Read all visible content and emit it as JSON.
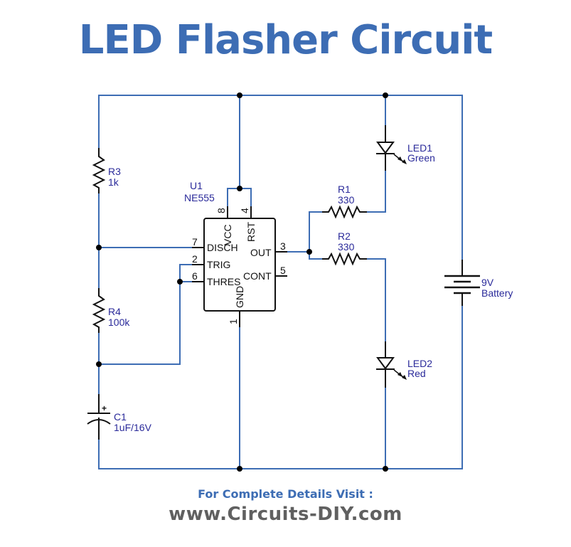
{
  "title": "LED Flasher Circuit",
  "footer": {
    "line1": "For Complete Details Visit :",
    "line2": "www.Circuits-DIY.com"
  },
  "colors": {
    "title": "#3d6db4",
    "wire": "#3d6db4",
    "label": "#2a2a9a",
    "website": "#606060"
  },
  "components": {
    "u1": {
      "ref": "U1",
      "value": "NE555",
      "pins": {
        "vcc": {
          "num": "8",
          "name": "VCC"
        },
        "rst": {
          "num": "4",
          "name": "RST"
        },
        "disch": {
          "num": "7",
          "name": "DISCH"
        },
        "trig": {
          "num": "2",
          "name": "TRIG"
        },
        "thres": {
          "num": "6",
          "name": "THRES"
        },
        "out": {
          "num": "3",
          "name": "OUT"
        },
        "cont": {
          "num": "5",
          "name": "CONT"
        },
        "gnd": {
          "num": "1",
          "name": "GND"
        }
      }
    },
    "r1": {
      "ref": "R1",
      "value": "330"
    },
    "r2": {
      "ref": "R2",
      "value": "330"
    },
    "r3": {
      "ref": "R3",
      "value": "1k"
    },
    "r4": {
      "ref": "R4",
      "value": "100k"
    },
    "c1": {
      "ref": "C1",
      "value": "1uF/16V",
      "polarity": "+"
    },
    "led1": {
      "ref": "LED1",
      "value": "Green"
    },
    "led2": {
      "ref": "LED2",
      "value": "Red"
    },
    "battery": {
      "ref": "9V",
      "value": "Battery"
    }
  }
}
